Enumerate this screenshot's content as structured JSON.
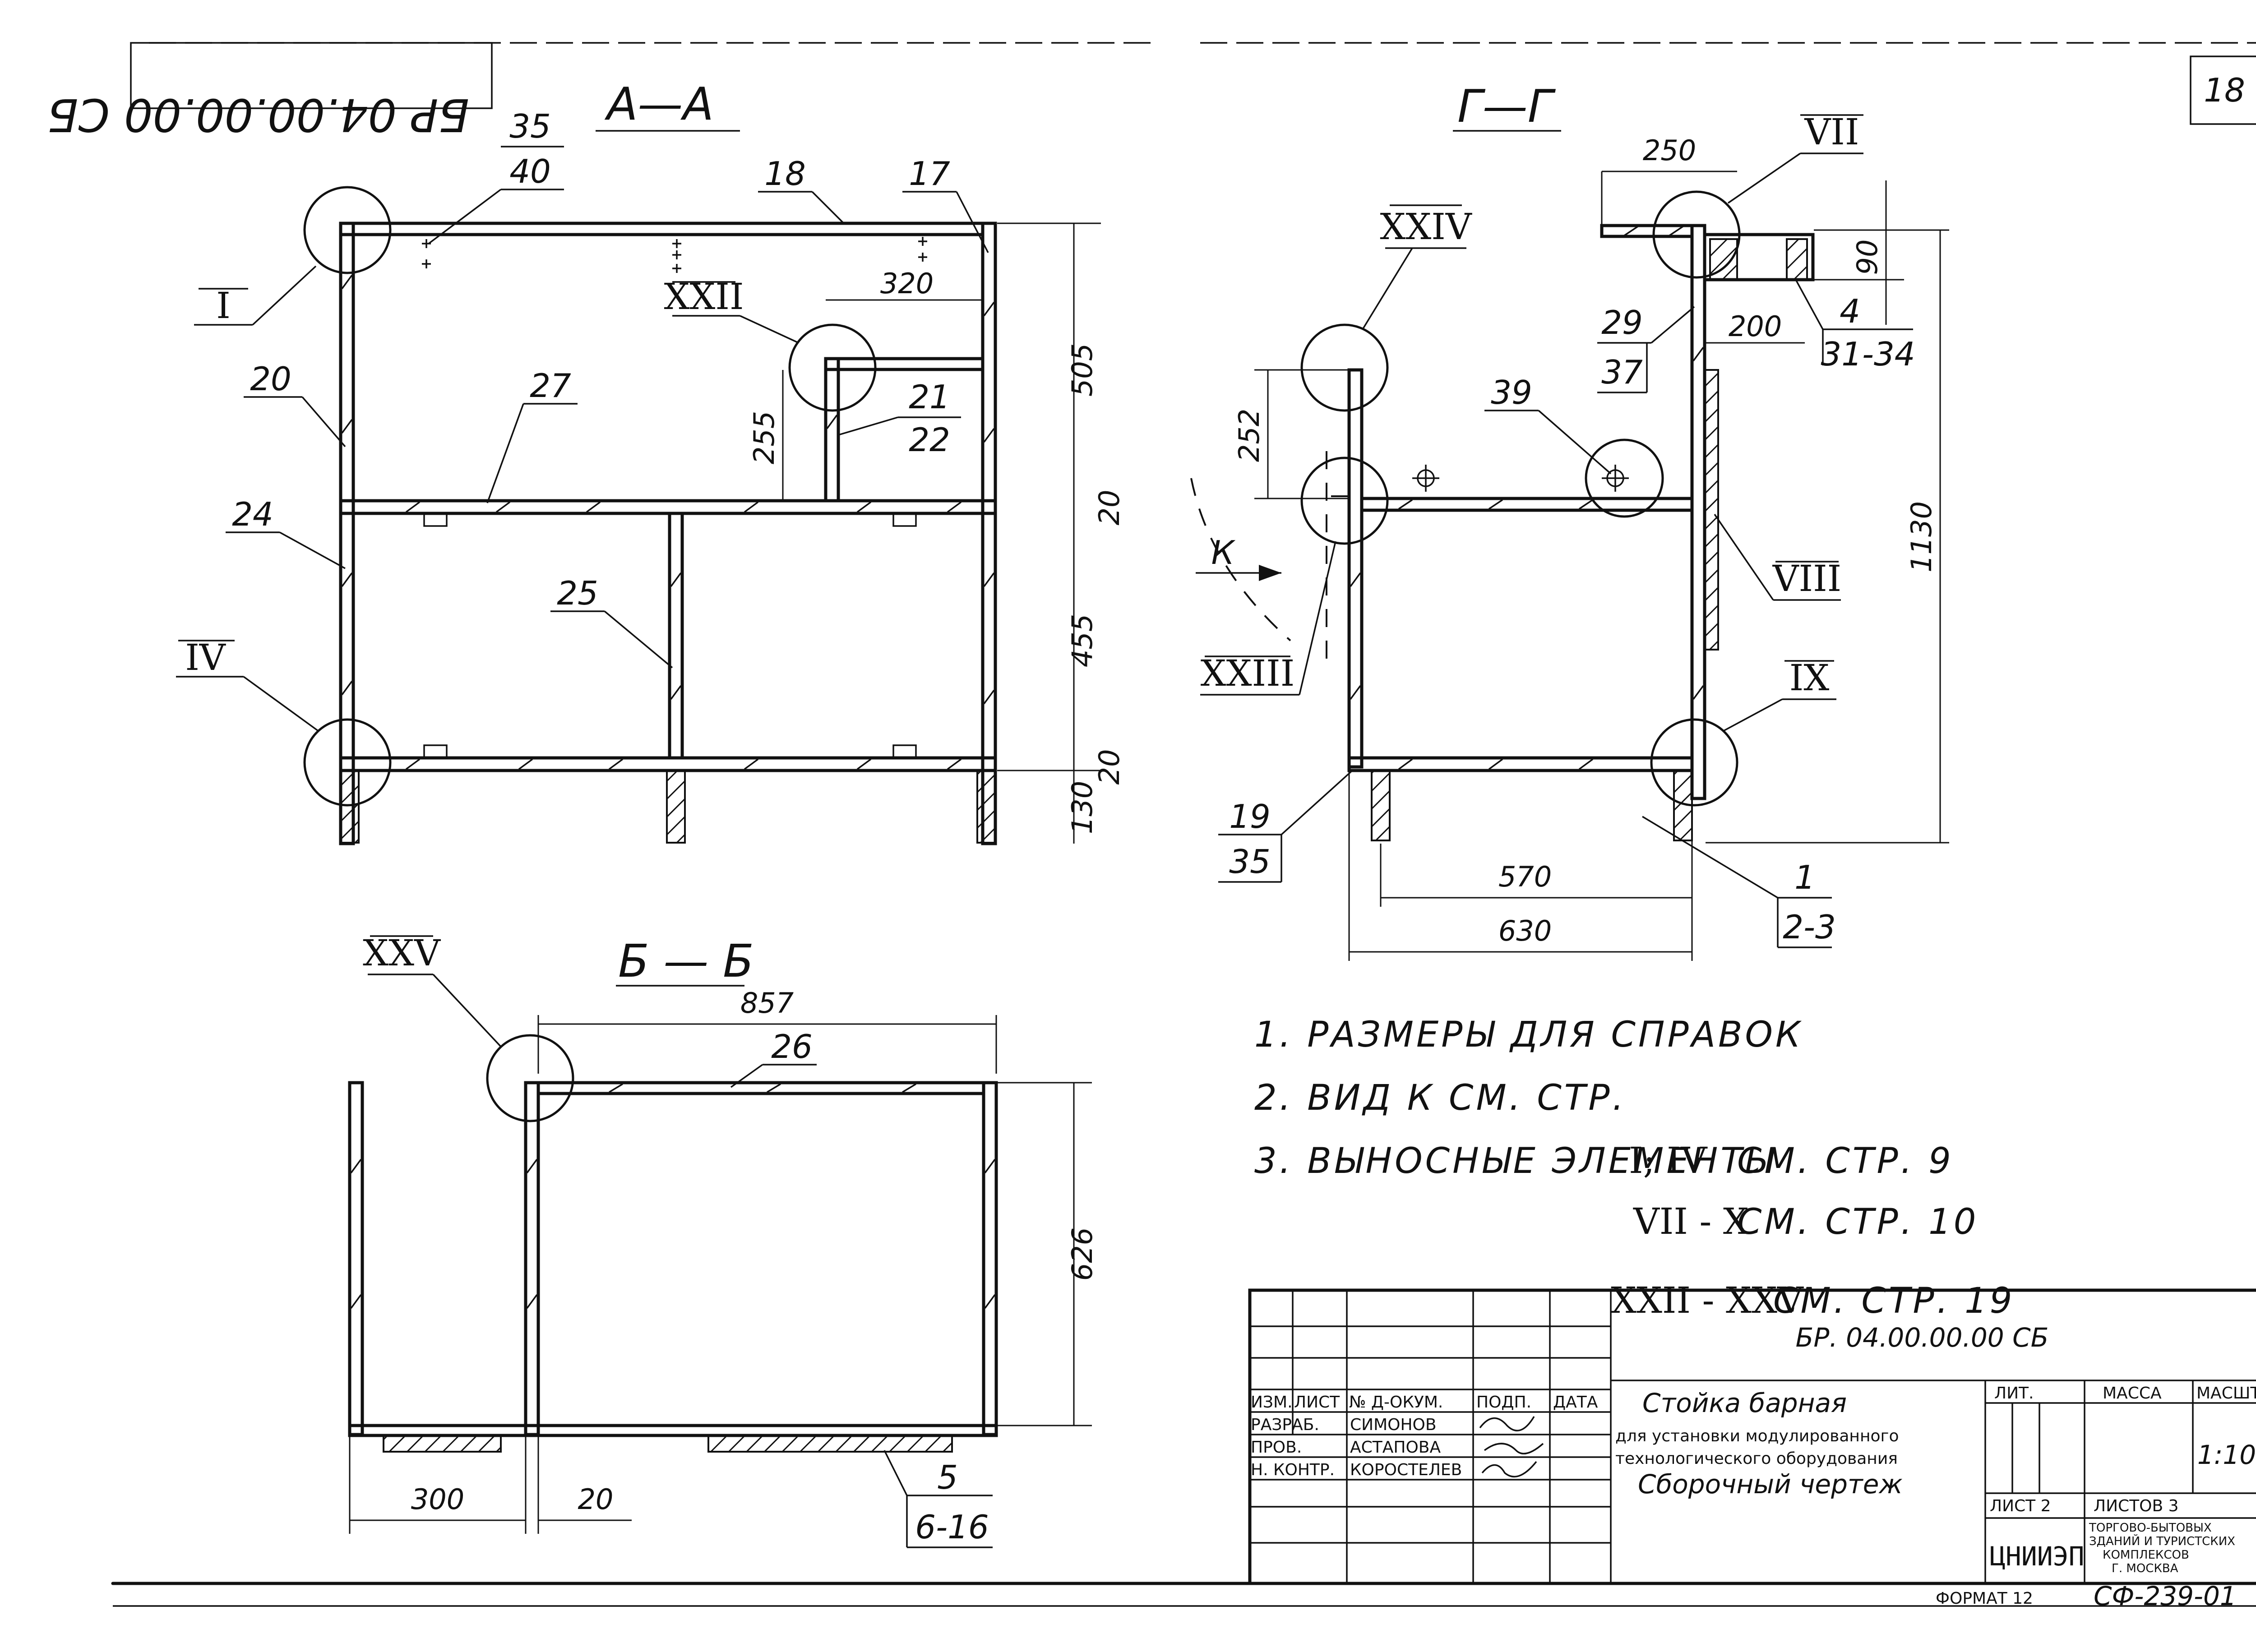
{
  "drawing_number_rotated": "БР 04.00.00.00 СБ",
  "page_number": "18",
  "sections": {
    "aa": {
      "title": "А—А",
      "labels": {
        "l35": "35",
        "l40": "40",
        "l18": "18",
        "l17": "17",
        "l20": "20",
        "l27": "27",
        "l24": "24",
        "l25": "25",
        "l21": "21",
        "l22": "22"
      },
      "callouts": {
        "I": "I",
        "IV": "IV",
        "XXII": "XXII"
      },
      "dims": {
        "d320": "320",
        "d255": "255",
        "d505": "505",
        "d20a": "20",
        "d455": "455",
        "d20b": "20",
        "d130": "130"
      }
    },
    "gg": {
      "title": "Г—Г",
      "labels": {
        "l29": "29",
        "l37": "37",
        "l39": "39",
        "l4": "4",
        "l31": "31-34",
        "l19": "19",
        "l35": "35",
        "l1": "1",
        "l23": "2-3",
        "k": "К"
      },
      "callouts": {
        "VII": "VII",
        "XXIV": "XXIV",
        "VIII": "VIII",
        "XXIII": "XXIII",
        "IX": "IX"
      },
      "dims": {
        "d250": "250",
        "d90": "90",
        "d200": "200",
        "d252": "252",
        "d1130": "1130",
        "d570": "570",
        "d630": "630"
      }
    },
    "bb": {
      "title": "Б — Б",
      "labels": {
        "l26": "26",
        "l5": "5",
        "l616": "6-16"
      },
      "callouts": {
        "XXV": "XXV"
      },
      "dims": {
        "d857": "857",
        "d626": "626",
        "d300": "300",
        "d20": "20"
      }
    }
  },
  "notes": {
    "n1": "1. РАЗМЕРЫ ДЛЯ СПРАВОК",
    "n2": "2. ВИД  К  СМ. СТР.",
    "n3a": "3. ВЫНОСНЫЕ ЭЛЕМЕНТЫ",
    "n3b": "I; IV",
    "n3c": "СМ. СТР. 9",
    "n4a": "VII - X",
    "n4b": "СМ. СТР. 10",
    "n5a": "XXII - XXV",
    "n5b": "СМ. СТР. 19"
  },
  "title_block": {
    "doc_number": "БР. 04.00.00.00  СБ",
    "name_line1": "Стойка  барная",
    "name_line2": "для установки модулированного",
    "name_line3": "технологического оборудования",
    "name_line4": "Сборочный  чертеж",
    "col_izm": "ИЗМ.",
    "col_list": "ЛИСТ",
    "col_ndok": "№ Д-ОКУМ.",
    "col_podp": "ПОДП.",
    "col_data": "ДАТА",
    "row_razrab": "РАЗРАБ.",
    "row_prov": "ПРОВ.",
    "row_nkontr": "Н. КОНТР.",
    "name_razrab": "СИМОНОВ",
    "name_prov": "АСТАПОВА",
    "name_nkontr": "КОРОСТЕЛЕВ",
    "lit": "ЛИТ.",
    "massa": "МАССА",
    "masshtab": "МАСШТАБ",
    "scale": "1:10",
    "sheet": "ЛИСТ 2",
    "sheets": "ЛИСТОВ 3",
    "org_logo": "ЦНИИЭП",
    "org_line1": "ТОРГОВО-БЫТОВЫХ",
    "org_line2": "ЗДАНИЙ И ТУРИСТСКИХ",
    "org_line3": "КОМПЛЕКСОВ",
    "org_line4": "Г. МОСКВА",
    "format": "ФОРМАТ 12",
    "series": "СФ-239-01"
  }
}
